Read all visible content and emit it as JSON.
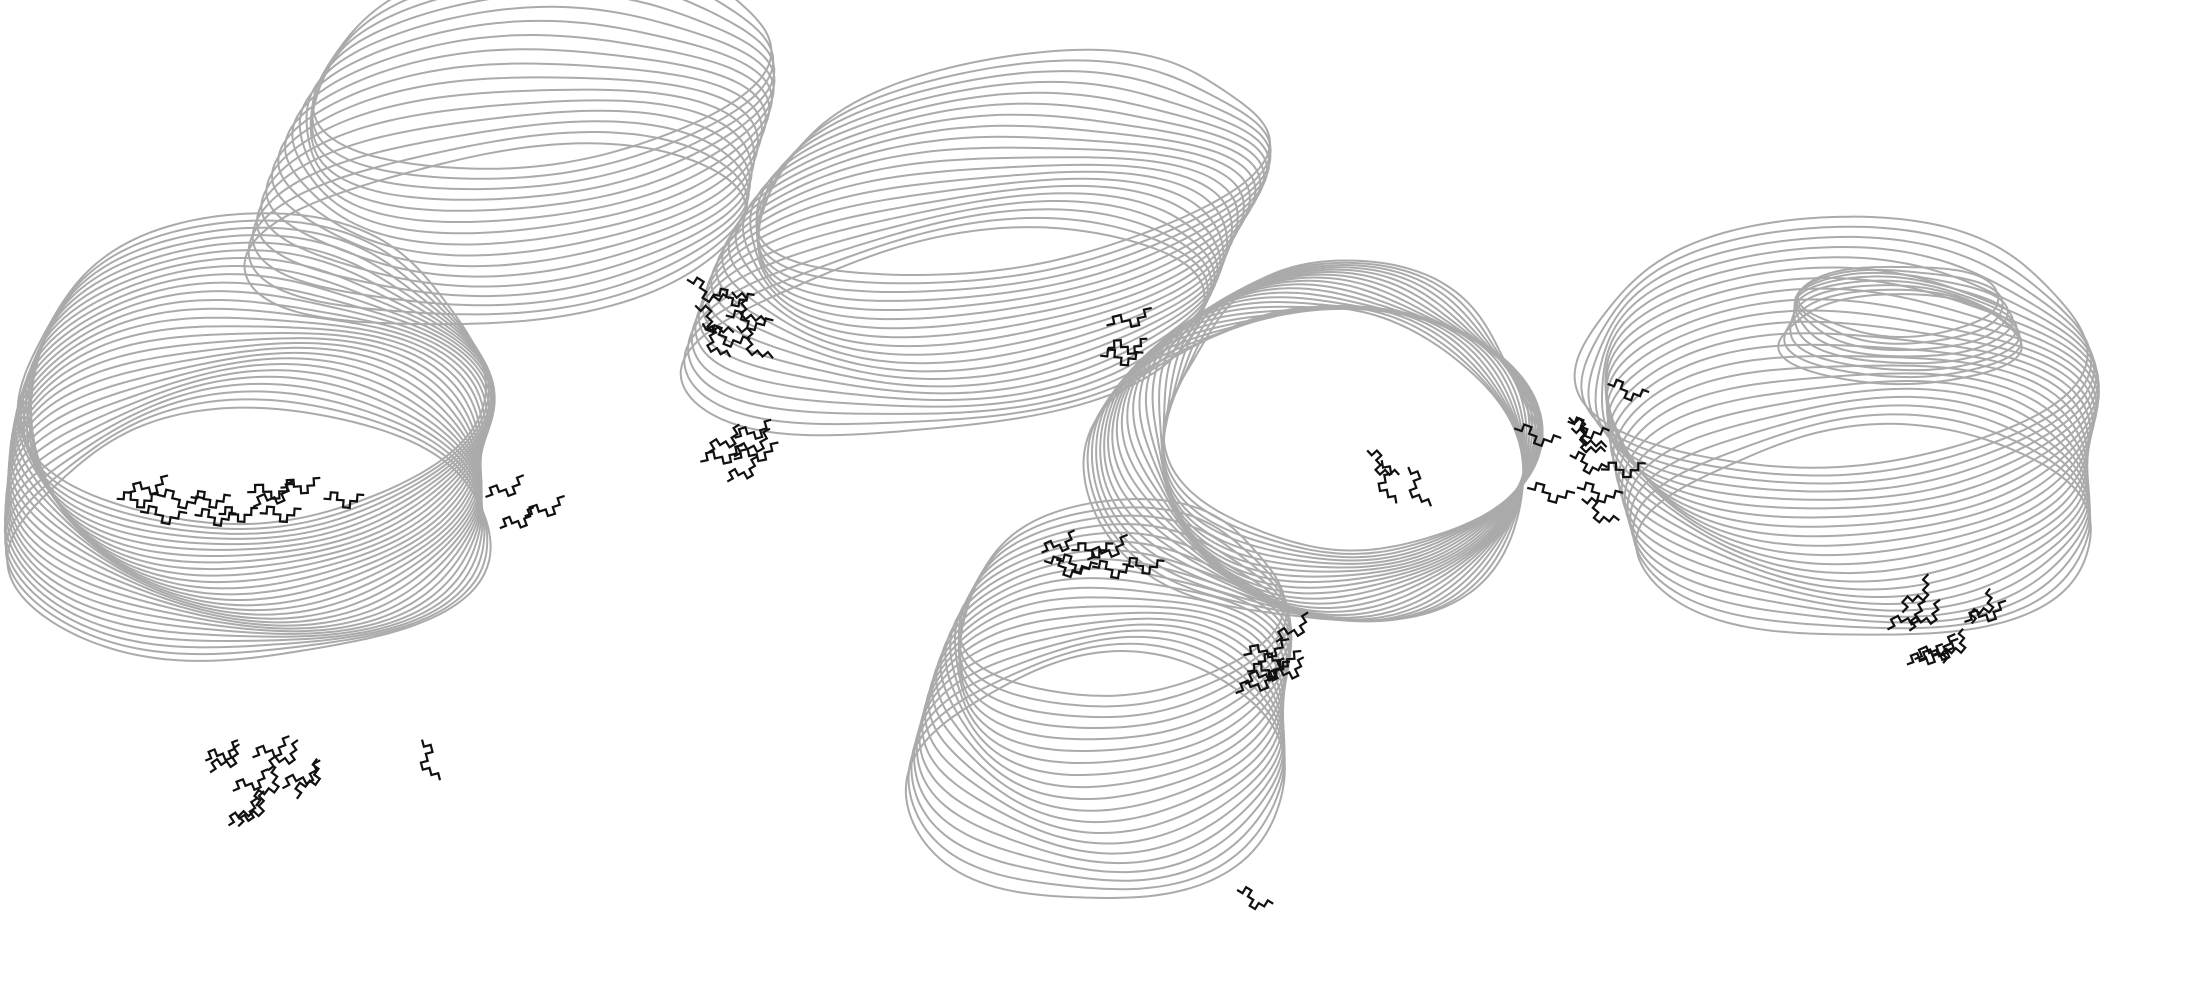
{
  "figure": {
    "colors": {
      "background": "#ffffff",
      "contour": "#aaaaaa",
      "connector": "#111111"
    },
    "lobes": [
      {
        "name": "left-lobe",
        "contour_count": 28
      },
      {
        "name": "upper-left-lobe",
        "contour_count": 16
      },
      {
        "name": "upper-middle-lobe",
        "contour_count": 20
      },
      {
        "name": "center-ring",
        "contour_count": 22
      },
      {
        "name": "lower-center-ring",
        "contour_count": 20
      },
      {
        "name": "right-lobe",
        "contour_count": 22
      },
      {
        "name": "upper-right-lobe",
        "contour_count": 8
      }
    ],
    "connector_count": 80
  }
}
